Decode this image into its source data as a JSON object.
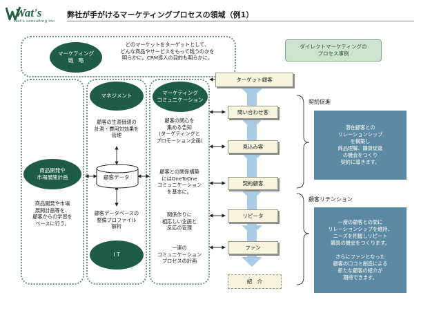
{
  "logo": {
    "wordmark": "Wat's",
    "tagline": "Wat's consulting Inc."
  },
  "title": "弊社が手がけるマーケティングプロセスの領域（例1）",
  "dm_label": "ダイレクトマーケティングの\nプロセス事例",
  "ovals": {
    "strategy": "マーケティング\n戦　略",
    "management": "マネジメント",
    "communication": "マーケティング\nコミュニケーション",
    "product": "商品開発や\n市場展開計画",
    "it": "I T"
  },
  "database_label": "顧客データ",
  "notes": {
    "strategy": "どのマーケットをターゲットとして、\nどんな商品やサービスをもって戦うのかを\n明らかに。CRM導入の目的も明らかに。",
    "management_top": "顧客の生涯価値の\n計測・費用対効果を\n管理",
    "management_bottom": "顧客データベースの\n整備プロファイル\n解析",
    "product": "商品開発や市場\n展開計画等を、\n顧客からの学習を\nベースに行う。",
    "comm_1": "顧客の関心を\n集める告知\n(ターゲティングと\nプロモーション企画)",
    "comm_2": "顧客との関係構築\nにはOneToOne\nコミュニケーション\nを基本に。",
    "comm_3": "関係作りに\n相応しい企画と\n反応の管理",
    "comm_4": "一連の\nコミュニケーション\nプロセスの計画"
  },
  "stages": [
    "ターゲット顧客",
    "問い合わせ客",
    "見込み客",
    "契約顧客",
    "リピータ",
    "ファン",
    "紹　介"
  ],
  "sections": {
    "contract_promotion": "契約促進",
    "retention": "顧客リテンション"
  },
  "explanations": {
    "contract_promotion": "潜在顧客との\nリレーションシップ\nを構築し\n商品理解、購買促進\nの機会をつくり\n契約に導きます。",
    "retention": "一度の顧客との間に\nリレーションシップを維持、\nニーズを把握しリピート\n購買の機会をつくります。\n\nさらにファンとなった\n顧客の口コミ創造による\n新たな顧客の紹介が\n期待できます。"
  },
  "colors": {
    "oval": "#1e5c48",
    "stage_fill": "#f6f3de",
    "arrow": "#a9cbe3",
    "explanation_fill": "#5d8aa3",
    "dm_label_fill": "#cde3cf"
  }
}
